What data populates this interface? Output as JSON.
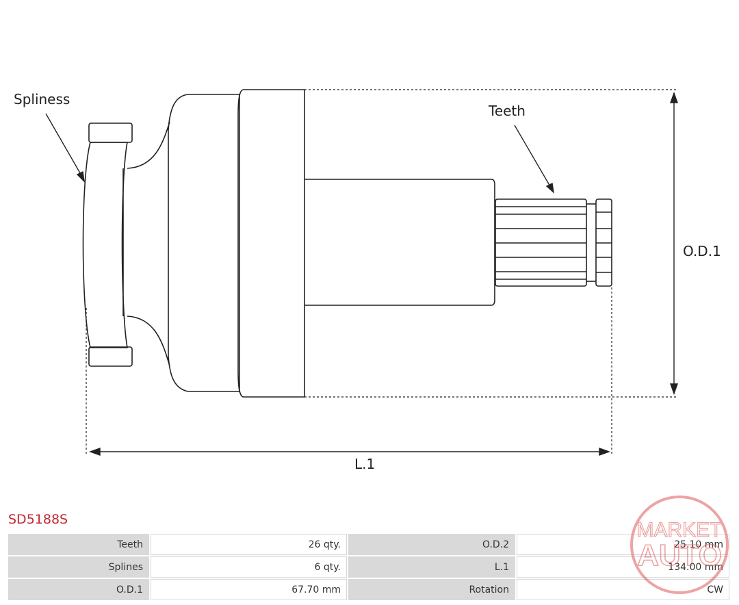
{
  "diagram": {
    "label_spliness": "Spliness",
    "label_teeth": "Teeth",
    "label_od1": "O.D.1",
    "label_l1": "L.1"
  },
  "product": {
    "code": "SD5188S"
  },
  "specs": [
    [
      {
        "label": "Teeth",
        "value": "26 qty."
      },
      {
        "label": "O.D.2",
        "value": "25.10 mm"
      }
    ],
    [
      {
        "label": "Splines",
        "value": "6 qty."
      },
      {
        "label": "L.1",
        "value": "134.00 mm"
      }
    ],
    [
      {
        "label": "O.D.1",
        "value": "67.70 mm"
      },
      {
        "label": "Rotation",
        "value": "CW"
      }
    ]
  ],
  "watermark": {
    "line1": "MARKET",
    "line2": "AUTO"
  },
  "colors": {
    "accent": "#c0282c",
    "watermark": "#e05a5a",
    "label_cell": "#d9d9d9",
    "outline": "#222222"
  }
}
